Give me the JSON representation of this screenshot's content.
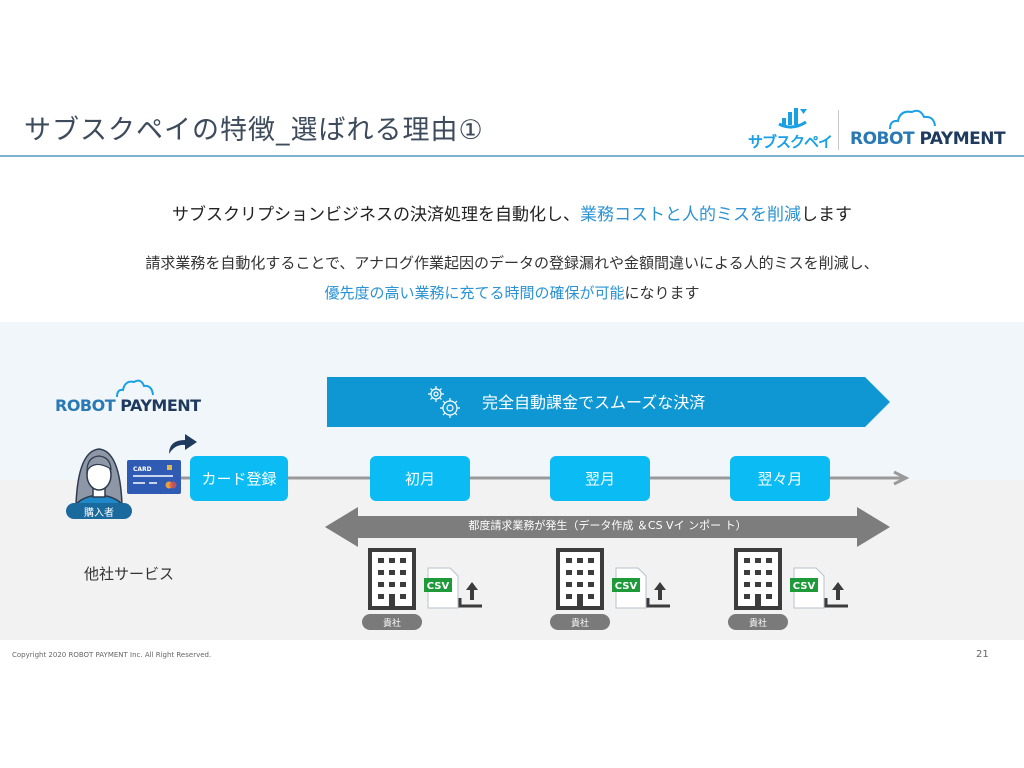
{
  "header": {
    "title": "サブスクペイの特徴_選ばれる理由①",
    "logo_subscpay_text": "サブスクペイ",
    "logo_rp_part1": "ROBOT",
    "logo_rp_part2": " PAYMENT"
  },
  "intro": {
    "lead_plain": "サブスクリプションビジネスの決済処理を自動化し、",
    "lead_highlight": "業務コストと人的ミスを削減",
    "lead_tail": "します",
    "desc_line1": "請求業務を自動化することで、アナログ作業起因のデータの登録漏れや金額間違いによる人的ミスを削減し、",
    "desc_line2_highlight": "優先度の高い業務に充てる時間の確保が可能",
    "desc_line2_tail": "になります"
  },
  "diagram": {
    "provider_logo_part1": "ROBOT",
    "provider_logo_part2": " PAYMENT",
    "banner_text": "完全自動課金でスムーズな決済",
    "buyer_label": "購入者",
    "card_text": "CARD",
    "steps": [
      "カード登録",
      "初月",
      "翌月",
      "翌々月"
    ],
    "manual_work_text": "都度請求業務が発生（データ作成 ＆CS Vイ ンポー ト）",
    "other_service_label": "他社サービス",
    "company_label": "貴社",
    "csv_label": "CSV",
    "colors": {
      "banner": "#0f97d3",
      "step": "#0bbcf4",
      "csv_green": "#1e9a3a",
      "timeline": "#9a9a9a",
      "double_arrow": "#7d7d7d"
    }
  },
  "footer": {
    "copyright": "Copyright 2020 ROBOT PAYMENT Inc. All Right Reserved.",
    "page_number": "21"
  }
}
